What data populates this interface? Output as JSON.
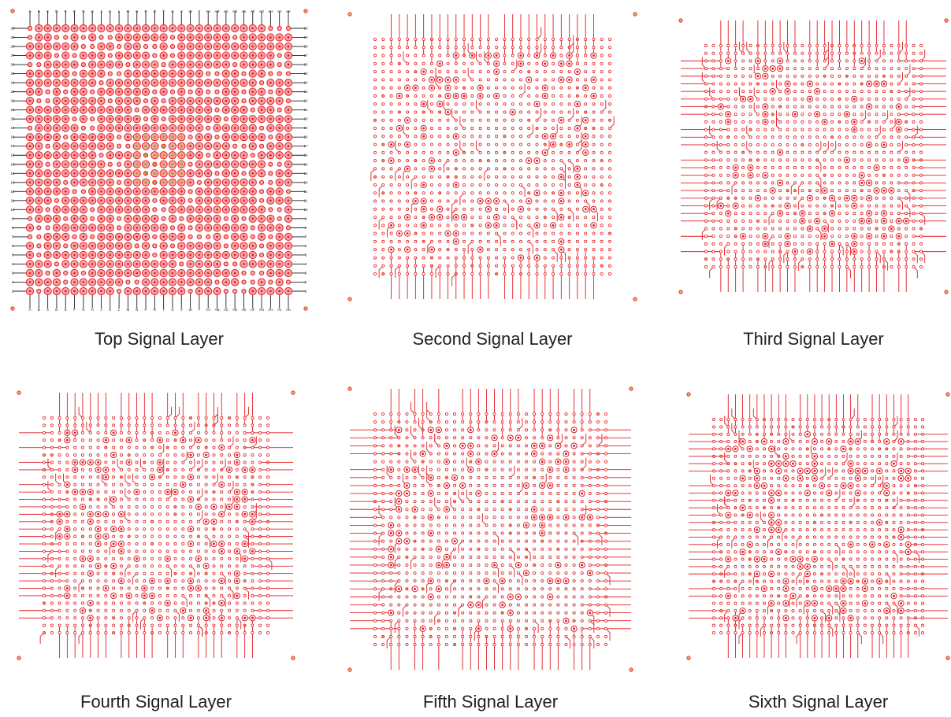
{
  "layers": [
    {
      "caption": "Top Signal Layer",
      "kind": "top",
      "escape": "all",
      "density": 0.8
    },
    {
      "caption": "Second Signal Layer",
      "kind": "inner",
      "escape": "tb",
      "density": 0.55
    },
    {
      "caption": "Third Signal Layer",
      "kind": "inner",
      "escape": "tb-lr",
      "density": 0.5
    },
    {
      "caption": "Fourth Signal Layer",
      "kind": "inner",
      "escape": "all",
      "density": 0.55
    },
    {
      "caption": "Fifth Signal Layer",
      "kind": "inner",
      "escape": "all",
      "density": 0.5
    },
    {
      "caption": "Sixth Signal Layer",
      "kind": "inner",
      "escape": "all",
      "density": 0.55
    }
  ],
  "column_letters": [
    "A",
    "B",
    "C",
    "D",
    "E",
    "F",
    "G",
    "H",
    "J",
    "K",
    "L",
    "M",
    "N",
    "P",
    "R",
    "T",
    "U",
    "V",
    "W",
    "Y",
    "AA",
    "AB",
    "AC",
    "AD",
    "AE",
    "AF",
    "AG",
    "AH",
    "AJ",
    "AK"
  ],
  "row_numbers": [
    "30",
    "29",
    "28",
    "27",
    "26",
    "25",
    "24",
    "23",
    "22",
    "21",
    "20",
    "19",
    "18",
    "17",
    "16",
    "15",
    "14",
    "13",
    "12",
    "11",
    "10",
    "9",
    "8",
    "7",
    "6",
    "5",
    "4",
    "3",
    "2",
    "1"
  ],
  "colors": {
    "trace": "#e31e24",
    "pad": "#e31e24",
    "via_fill": "#e8a86a",
    "core": "#b8a020",
    "ink": "#231f20"
  }
}
